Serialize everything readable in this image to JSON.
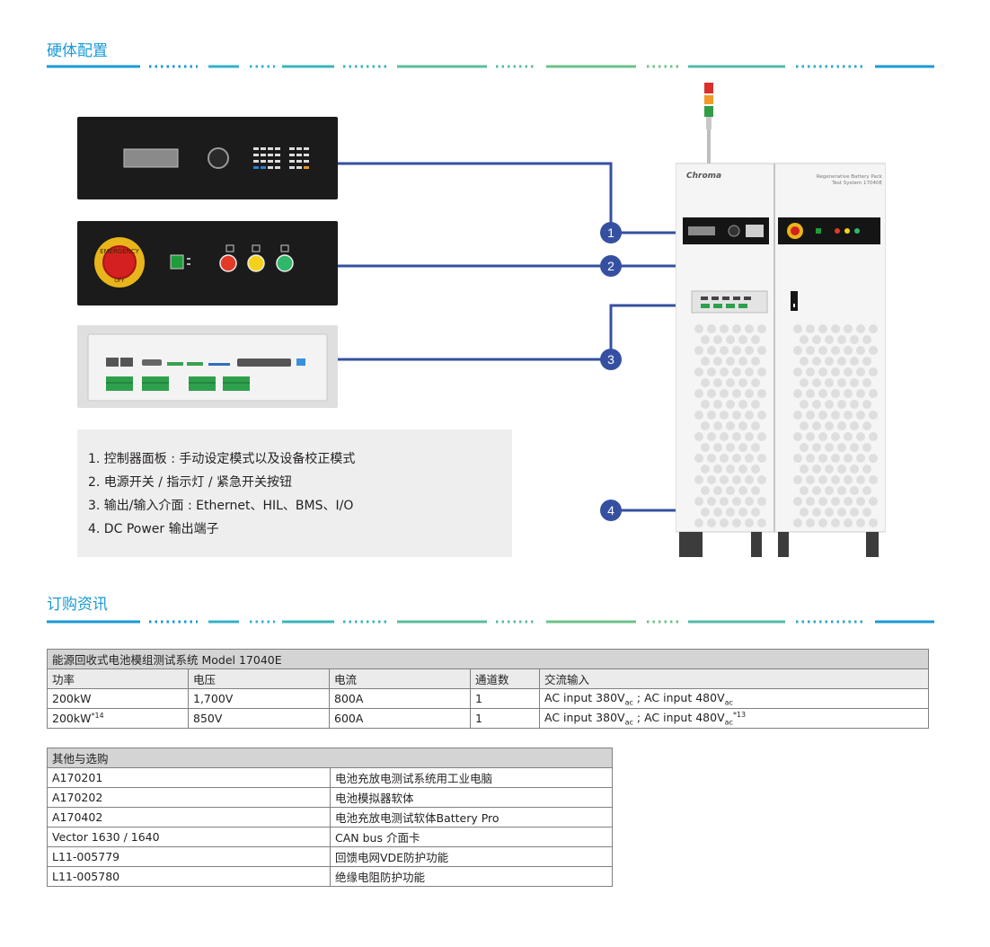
{
  "hardware": {
    "title": "硬体配置",
    "legend": [
      "1.  控制器面板 : 手动设定模式以及设备校正模式",
      "2.  电源开关 / 指示灯 / 紧急开关按钮",
      "3.  输出/输入介面 : Ethernet、HIL、BMS、I/O",
      "4.  DC Power 输出端子"
    ],
    "callouts": [
      "1",
      "2",
      "3",
      "4"
    ],
    "cabinet_brand": "Chroma",
    "cabinet_label_line1": "Regenerative Battery Pack",
    "cabinet_label_line2": "Test System 17040E",
    "emergency_text": "EMERGENCY",
    "emergency_off": "OFF"
  },
  "ordering": {
    "title": "订购资讯",
    "table1": {
      "title": "能源回收式电池模组测试系统 Model 17040E",
      "headers": [
        "功率",
        "电压",
        "电流",
        "通道数",
        "交流输入"
      ],
      "rows": [
        {
          "power": "200kW",
          "power_sup": "",
          "voltage": "1,700V",
          "current": "800A",
          "channels": "1",
          "ac_a": "AC input 380V",
          "ac_a_sub": "ac",
          "ac_sep": " ; ",
          "ac_b": "AC input 480V",
          "ac_b_sub": "ac",
          "ac_b_sup": ""
        },
        {
          "power": "200kW",
          "power_sup": "*14",
          "voltage": "850V",
          "current": "600A",
          "channels": "1",
          "ac_a": "AC input 380V",
          "ac_a_sub": "ac",
          "ac_sep": " ; ",
          "ac_b": "AC input 480V",
          "ac_b_sub": "ac",
          "ac_b_sup": "*13"
        }
      ]
    },
    "table2": {
      "title": "其他与选购",
      "rows": [
        {
          "code": "A170201",
          "desc": "电池充放电测试系统用工业电脑"
        },
        {
          "code": "A170202",
          "desc": "电池模拟器软体"
        },
        {
          "code": "A170402",
          "desc": "电池充放电测试软体Battery Pro"
        },
        {
          "code": "Vector 1630 / 1640",
          "desc": "CAN bus 介面卡"
        },
        {
          "code": "L11-005779",
          "desc": "回馈电网VDE防护功能"
        },
        {
          "code": "L11-005780",
          "desc": "绝缘电阻防护功能"
        }
      ]
    }
  },
  "colors": {
    "accent_blue": "#1a9ad6",
    "accent_green": "#6cc28a",
    "callout": "#3550a0",
    "header_gray": "#d4d4d4"
  }
}
